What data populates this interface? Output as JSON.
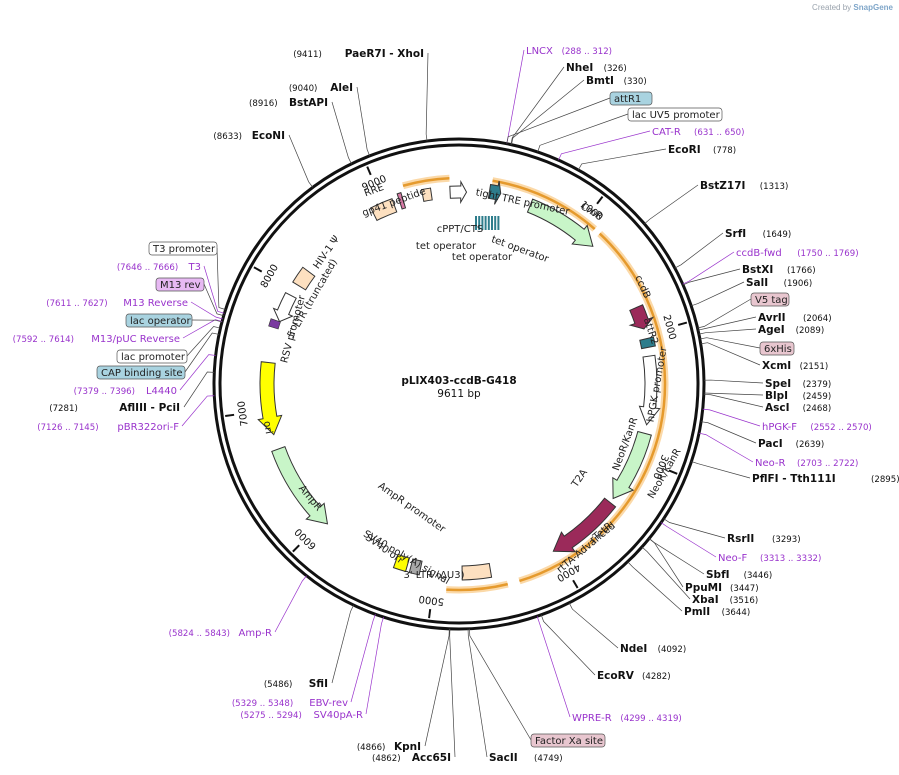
{
  "credit": {
    "created_by": "Created by",
    "brand": "SnapGene"
  },
  "plasmid": {
    "name": "pLIX403-ccdB-G418",
    "size": "9611 bp",
    "length": 9611
  },
  "ticks": [
    {
      "bp": 1000,
      "label": "1000"
    },
    {
      "bp": 2000,
      "label": "2000"
    },
    {
      "bp": 3000,
      "label": "3000"
    },
    {
      "bp": 4000,
      "label": "4000"
    },
    {
      "bp": 5000,
      "label": "5000"
    },
    {
      "bp": 6000,
      "label": "6000"
    },
    {
      "bp": 7000,
      "label": "7000"
    },
    {
      "bp": 8000,
      "label": "8000"
    },
    {
      "bp": 9000,
      "label": "9000"
    }
  ],
  "enzymes_right": [
    {
      "name": "NheI",
      "pos": "(326)"
    },
    {
      "name": "BmtI",
      "pos": "(330)"
    },
    {
      "name": "EcoRI",
      "pos": "(778)"
    },
    {
      "name": "BstZ17I",
      "pos": "(1313)"
    },
    {
      "name": "SrfI",
      "pos": "(1649)"
    },
    {
      "name": "BstXI",
      "pos": "(1766)"
    },
    {
      "name": "SalI",
      "pos": "(1906)"
    },
    {
      "name": "AvrII",
      "pos": "(2064)"
    },
    {
      "name": "AgeI",
      "pos": "(2089)"
    },
    {
      "name": "XcmI",
      "pos": "(2151)"
    },
    {
      "name": "SpeI",
      "pos": "(2379)"
    },
    {
      "name": "BlpI",
      "pos": "(2459)"
    },
    {
      "name": "AscI",
      "pos": "(2468)"
    },
    {
      "name": "PacI",
      "pos": "(2639)"
    },
    {
      "name": "PflFI - Tth111I",
      "pos": "(2895)"
    },
    {
      "name": "RsrII",
      "pos": "(3293)"
    },
    {
      "name": "SbfI",
      "pos": "(3446)"
    },
    {
      "name": "PpuMI",
      "pos": "(3447)"
    },
    {
      "name": "XbaI",
      "pos": "(3516)"
    },
    {
      "name": "PmlI",
      "pos": "(3644)"
    },
    {
      "name": "NdeI",
      "pos": "(4092)"
    },
    {
      "name": "EcoRV",
      "pos": "(4282)"
    },
    {
      "name": "SacII",
      "pos": "(4749)"
    }
  ],
  "enzymes_left": [
    {
      "name": "PaeR7I - XhoI",
      "pos": "(9411)"
    },
    {
      "name": "AleI",
      "pos": "(9040)"
    },
    {
      "name": "BstAPI",
      "pos": "(8916)"
    },
    {
      "name": "EcoNI",
      "pos": "(8633)"
    },
    {
      "name": "AflIII - PciI",
      "pos": "(7281)"
    },
    {
      "name": "SfiI",
      "pos": "(5486)"
    },
    {
      "name": "KpnI",
      "pos": "(4866)"
    },
    {
      "name": "Acc65I",
      "pos": "(4862)"
    }
  ],
  "primers": [
    {
      "name": "LNCX",
      "range": "(288 .. 312)"
    },
    {
      "name": "CAT-R",
      "range": "(631 .. 650)"
    },
    {
      "name": "ccdB-fwd",
      "range": "(1750 .. 1769)"
    },
    {
      "name": "hPGK-F",
      "range": "(2552 .. 2570)"
    },
    {
      "name": "Neo-R",
      "range": "(2703 .. 2722)"
    },
    {
      "name": "Neo-F",
      "range": "(3313 .. 3332)"
    },
    {
      "name": "WPRE-R",
      "range": "(4299 .. 4319)"
    },
    {
      "name": "Amp-R",
      "range": "(5824 .. 5843)"
    },
    {
      "name": "EBV-rev",
      "range": "(5329 .. 5348)"
    },
    {
      "name": "SV40pA-R",
      "range": "(5275 .. 5294)"
    },
    {
      "name": "T3",
      "range": "(7646 .. 7666)"
    },
    {
      "name": "M13 Reverse",
      "range": "(7611 .. 7627)"
    },
    {
      "name": "M13/pUC Reverse",
      "range": "(7592 .. 7614)"
    },
    {
      "name": "L4440",
      "range": "(7379 .. 7396)"
    },
    {
      "name": "pBR322ori-F",
      "range": "(7126 .. 7145)"
    }
  ],
  "outer_features": [
    "attR1",
    "lac UV5 promoter",
    "V5 tag",
    "6xHis",
    "Factor Xa site",
    "T3 promoter",
    "M13 rev",
    "lac operator",
    "lac promoter",
    "CAP binding site"
  ],
  "inner_features": [
    "tight TRE promoter",
    "CmR",
    "ccdB",
    "attR2",
    "hPGK promoter",
    "NeoR/KanR",
    "NeoR/KanR",
    "T2A",
    "rtTA-Advanced",
    "rTetR",
    "3' LTR (ΔU3)",
    "SV40 poly(A) signal",
    "SV40 ori",
    "AmpR promoter",
    "AmpR",
    "ori",
    "RSV promoter",
    "5' LTR (truncated)",
    "HIV-1 Ψ",
    "RRE",
    "gp41 peptide",
    "cPPT/CTS",
    "tet operator",
    "tet operator",
    "tet operator"
  ],
  "colors": {
    "ring": "#111111",
    "orange": "#e59a2d",
    "green": "#c8f5c8",
    "maroon": "#9b2a5a",
    "teal": "#2e7d8c",
    "yellow": "#ffff00",
    "tan": "#fde0c0",
    "gray": "#a8a8a8",
    "purple": "#9933cc",
    "outerBlue": "#a9d3e0",
    "outerPink": "#e8c6cf",
    "outerLilac": "#e7b9f3"
  }
}
